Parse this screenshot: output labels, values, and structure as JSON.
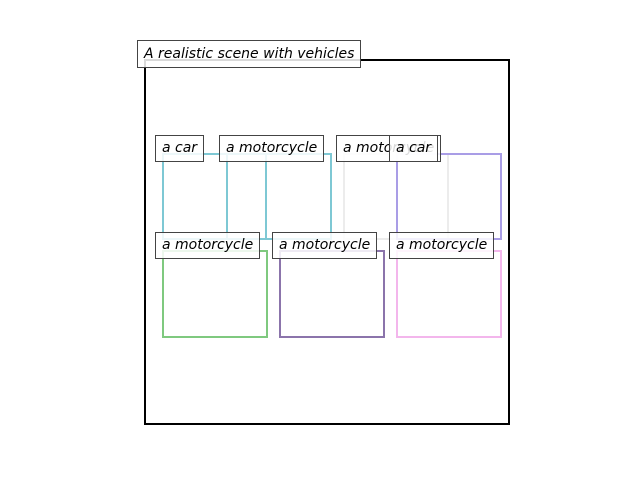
{
  "title": "A realistic scene with vehicles",
  "labels": {
    "car_1": "a car",
    "motorcycle_1": "a motorcycle",
    "motorcycle_2": "a motorcycle",
    "car_2": "a car",
    "motorcycle_3": "a motorcycle",
    "motorcycle_4": "a motorcycle",
    "motorcycle_5": "a motorcycle"
  },
  "colors": {
    "frame": "#000000",
    "car_1": "#7ec8d4",
    "motorcycle_1": "#7ec8d4",
    "motorcycle_2": "#ececec",
    "car_2": "#a99de6",
    "motorcycle_3": "#7fc97f",
    "motorcycle_4": "#8b74ab",
    "motorcycle_5": "#f3b6ec"
  }
}
